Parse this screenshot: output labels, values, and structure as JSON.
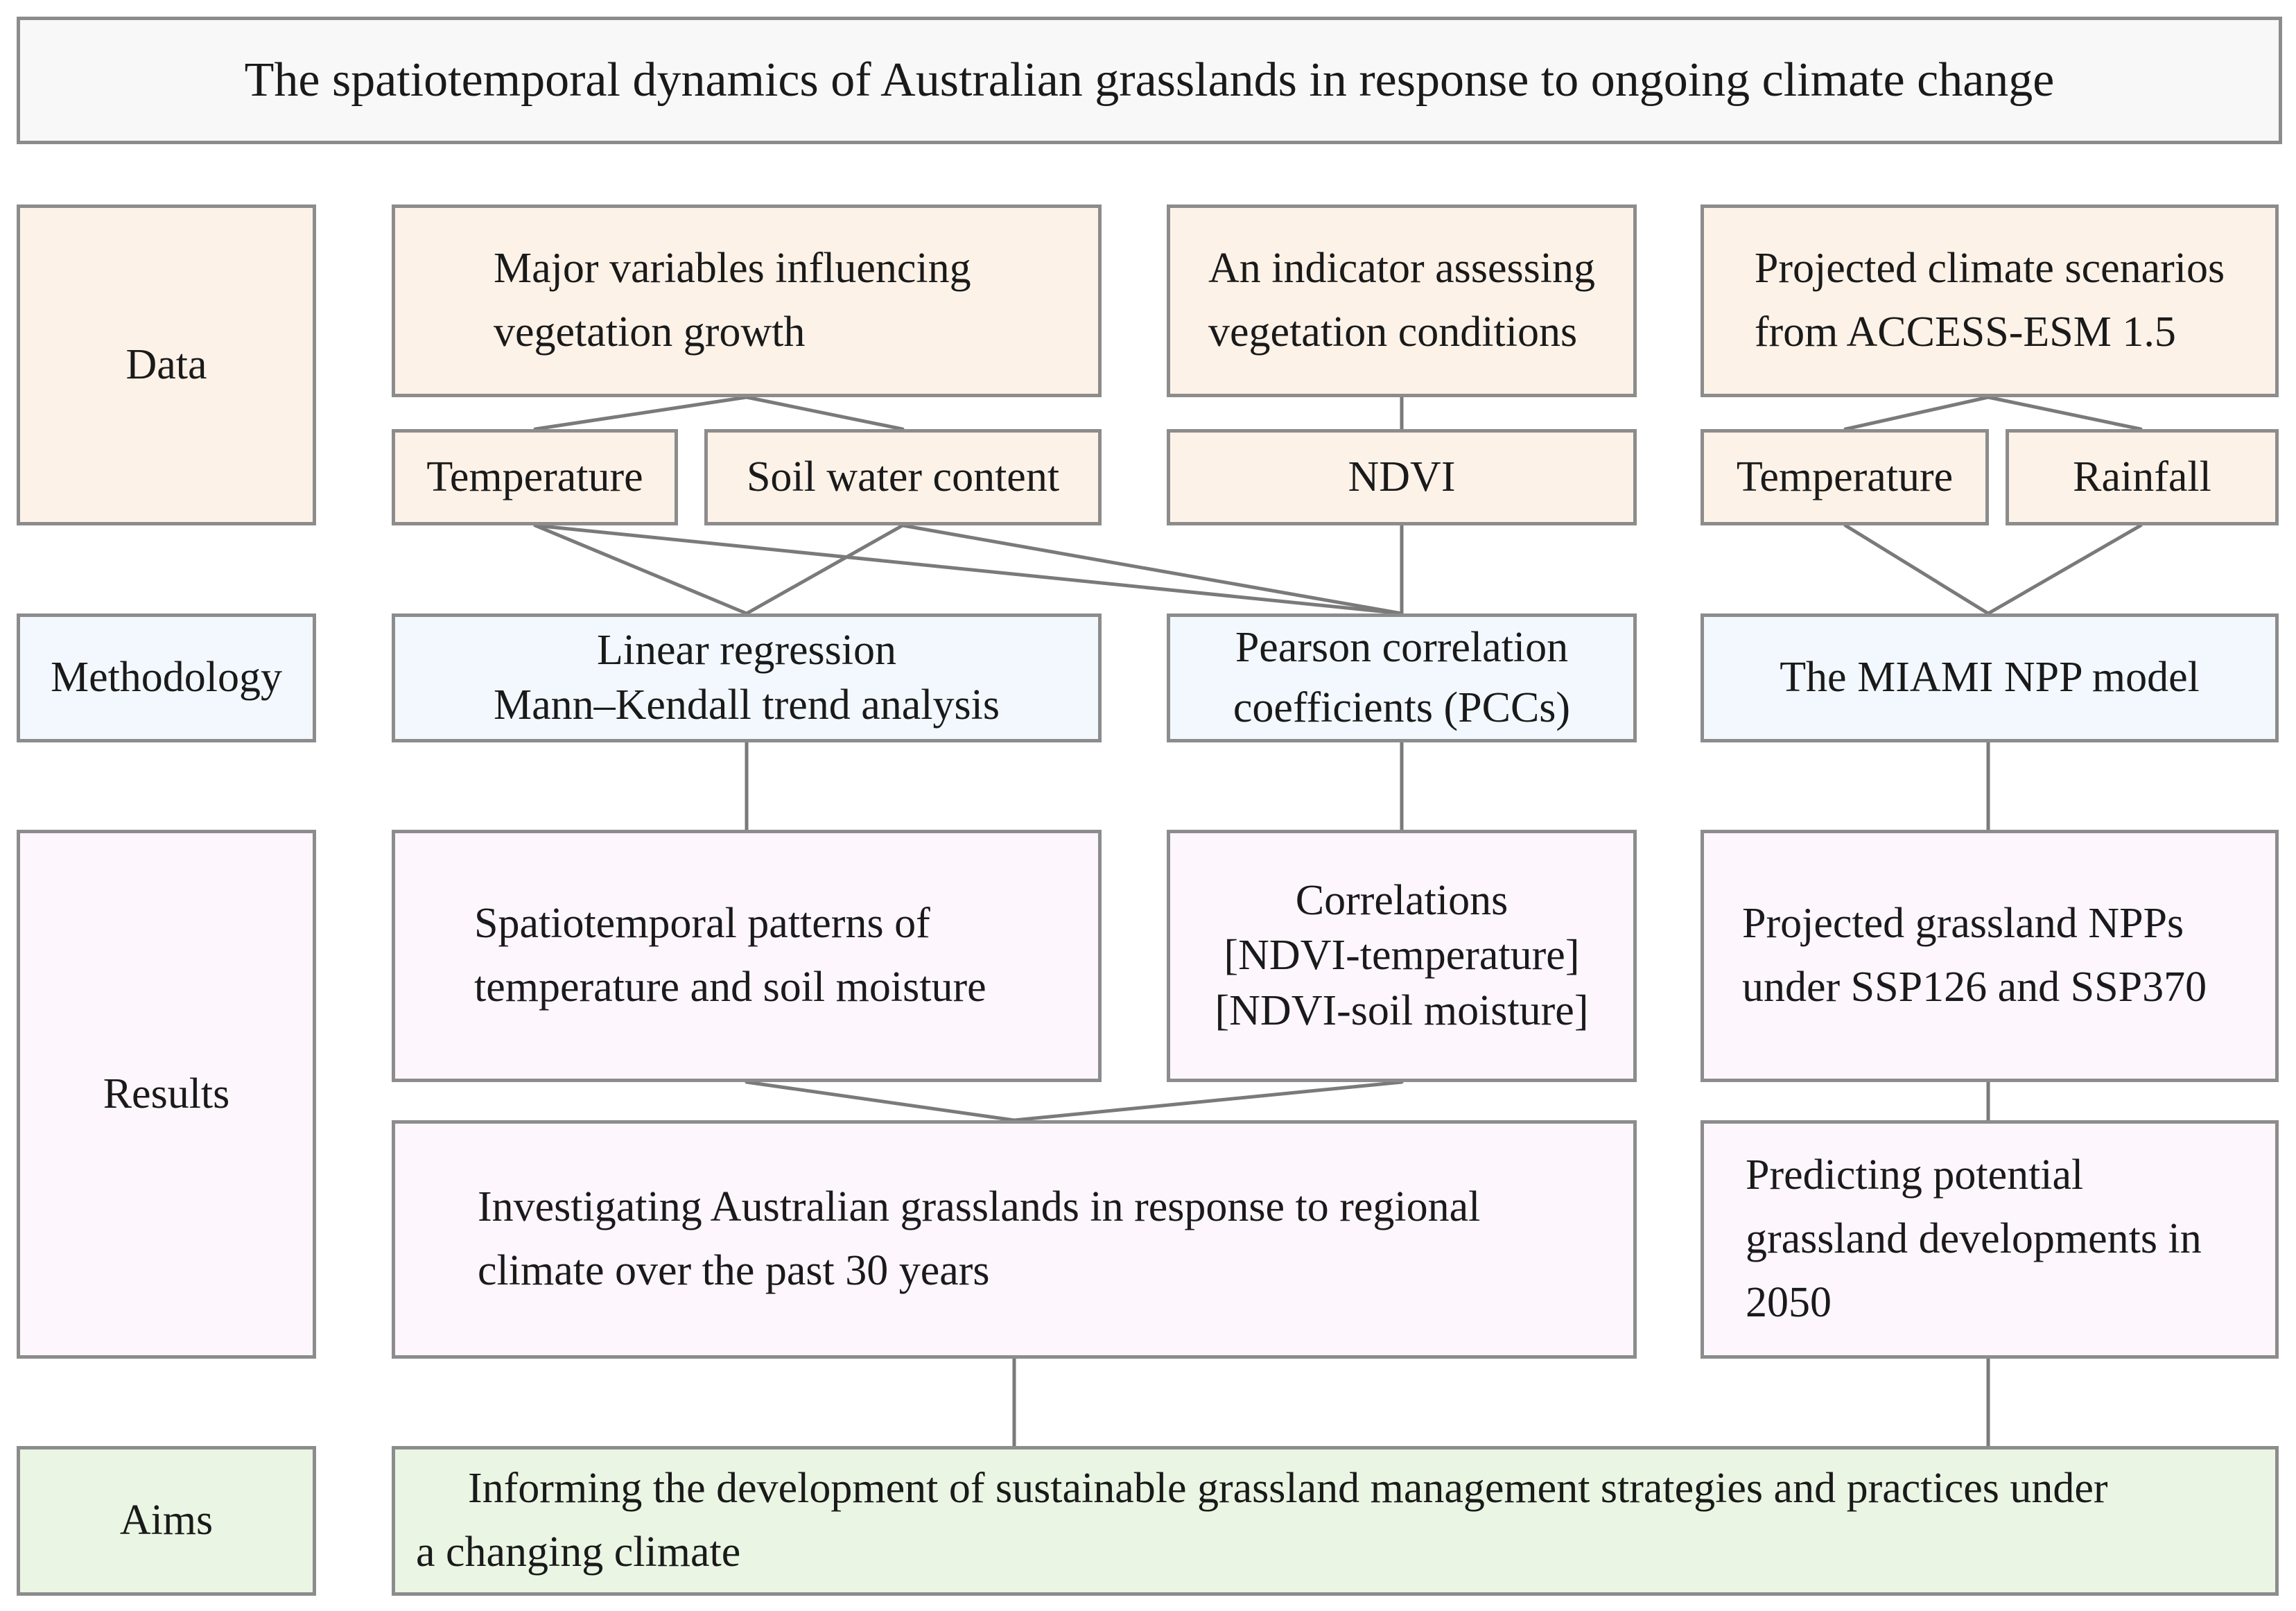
{
  "title": "The spatiotemporal dynamics of Australian grasslands in response to ongoing climate change",
  "rows": {
    "data": "Data",
    "methodology": "Methodology",
    "results": "Results",
    "aims": "Aims"
  },
  "data": {
    "variables": "Major variables influencing\nvegetation growth",
    "indicator": "An indicator assessing\nvegetation conditions",
    "scenarios": "Projected climate scenarios\nfrom ACCESS-ESM 1.5",
    "temperature": "Temperature",
    "soil_water": "Soil water content",
    "ndvi": "NDVI",
    "temperature_proj": "Temperature",
    "rainfall": "Rainfall"
  },
  "methodology": {
    "regression": "Linear regression\nMann–Kendall trend analysis",
    "pearson": "Pearson correlation\ncoefficients (PCCs)",
    "miami": "The MIAMI NPP model"
  },
  "results": {
    "patterns": "Spatiotemporal patterns of\ntemperature and soil moisture",
    "correlations": "Correlations\n[NDVI-temperature]\n[NDVI-soil moisture]",
    "npp": "Projected grassland NPPs\nunder SSP126 and SSP370",
    "investigating": "Investigating Australian grasslands in response to regional\nclimate over the past 30 years",
    "predicting": "Predicting potential\ngrassland developments in\n2050"
  },
  "aims": {
    "informing": "Informing the development of sustainable grassland management strategies and practices under\na changing climate"
  },
  "colors": {
    "border": "#8c8c8c",
    "connector": "#7a7a7a",
    "data_fill": "#fdf2e8",
    "method_fill": "#f2f8fd",
    "result_fill": "#fdf6fc",
    "aim_fill": "#eaf5e4",
    "title_fill": "#f8f8f8"
  }
}
